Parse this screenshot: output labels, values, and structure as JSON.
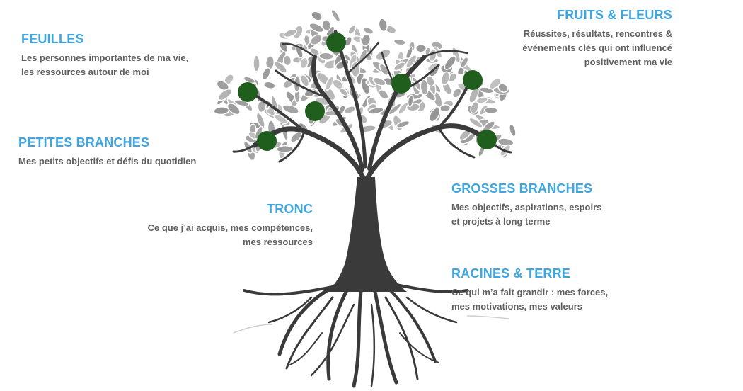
{
  "feuilles": {
    "title": "FEUILLES",
    "line1": "Les personnes importantes de ma vie,",
    "line2": "les ressources autour de moi"
  },
  "fruits": {
    "title": "FRUITS & FLEURS",
    "line1": "Réussites, résultats, rencontres &",
    "line2": "événements clés qui ont influencé",
    "line3": "positivement ma vie"
  },
  "petites_branches": {
    "title": "PETITES BRANCHES",
    "line1": "Mes petits objectifs et défis du quotidien"
  },
  "grosses_branches": {
    "title": "GROSSES BRANCHES",
    "line1": "Mes objectifs, aspirations, espoirs",
    "line2": "et projets à long terme"
  },
  "tronc": {
    "title": "TRONC",
    "line1": "Ce que j’ai acquis, mes compétences,",
    "line2": "mes ressources"
  },
  "racines": {
    "title": "RACINES & TERRE",
    "line1": "Ce qui m’a fait grandir : mes forces,",
    "line2": "mes motivations, mes valeurs"
  },
  "colors": {
    "title": "#3ea6e0",
    "text": "#5f5f5f",
    "leaf": "#a3a3a3",
    "fruit": "#1f5e1c",
    "trunk": "#3a3a3a"
  }
}
